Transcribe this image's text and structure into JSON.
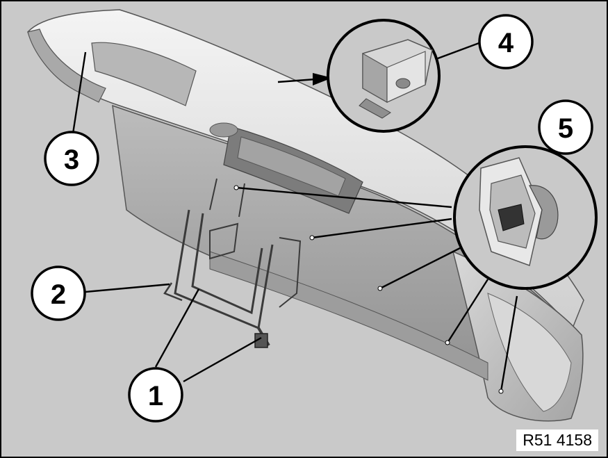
{
  "figure": {
    "reference_code": "R51 4158",
    "colors": {
      "background": "#c9c9c9",
      "part_light": "#e9e9e9",
      "part_mid": "#bdbdbd",
      "part_dark": "#6e6e6e",
      "outline": "#000000"
    },
    "callouts": [
      {
        "number": "1"
      },
      {
        "number": "2"
      },
      {
        "number": "3"
      },
      {
        "number": "4"
      },
      {
        "number": "5"
      }
    ]
  }
}
